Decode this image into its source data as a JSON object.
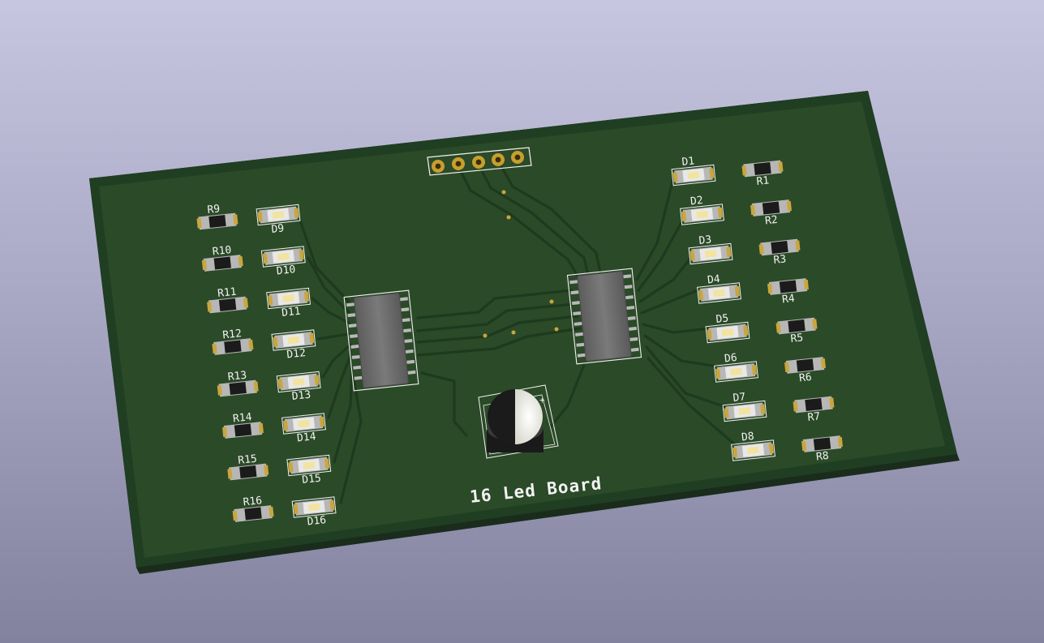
{
  "board": {
    "title": "16 Led Board",
    "colors": {
      "background_top": "#c6c6e0",
      "background_bottom": "#82829e",
      "soldermask": "#2a4a28",
      "board_edge": "#1d3320",
      "copper_pad": "#d4b44a",
      "silkscreen": "#f2f2f2",
      "ic_body": "#6e6e6e"
    }
  },
  "connector": {
    "name": "pin-header",
    "pins": 5
  },
  "left_components": [
    {
      "resistor": "R9",
      "led": "D9"
    },
    {
      "resistor": "R10",
      "led": "D10"
    },
    {
      "resistor": "R11",
      "led": "D11"
    },
    {
      "resistor": "R12",
      "led": "D12"
    },
    {
      "resistor": "R13",
      "led": "D13"
    },
    {
      "resistor": "R14",
      "led": "D14"
    },
    {
      "resistor": "R15",
      "led": "D15"
    },
    {
      "resistor": "R16",
      "led": "D16"
    }
  ],
  "right_components": [
    {
      "led": "D1",
      "resistor": "R1"
    },
    {
      "led": "D2",
      "resistor": "R2"
    },
    {
      "led": "D3",
      "resistor": "R3"
    },
    {
      "led": "D4",
      "resistor": "R4"
    },
    {
      "led": "D5",
      "resistor": "R5"
    },
    {
      "led": "D6",
      "resistor": "R6"
    },
    {
      "led": "D7",
      "resistor": "R7"
    },
    {
      "led": "D8",
      "resistor": "R8"
    }
  ],
  "ics": [
    {
      "name": "shift-register-left",
      "pins_per_side": 8
    },
    {
      "name": "shift-register-right",
      "pins_per_side": 8
    }
  ],
  "capacitor": {
    "name": "electrolytic-capacitor",
    "polarity_mark": "+"
  }
}
